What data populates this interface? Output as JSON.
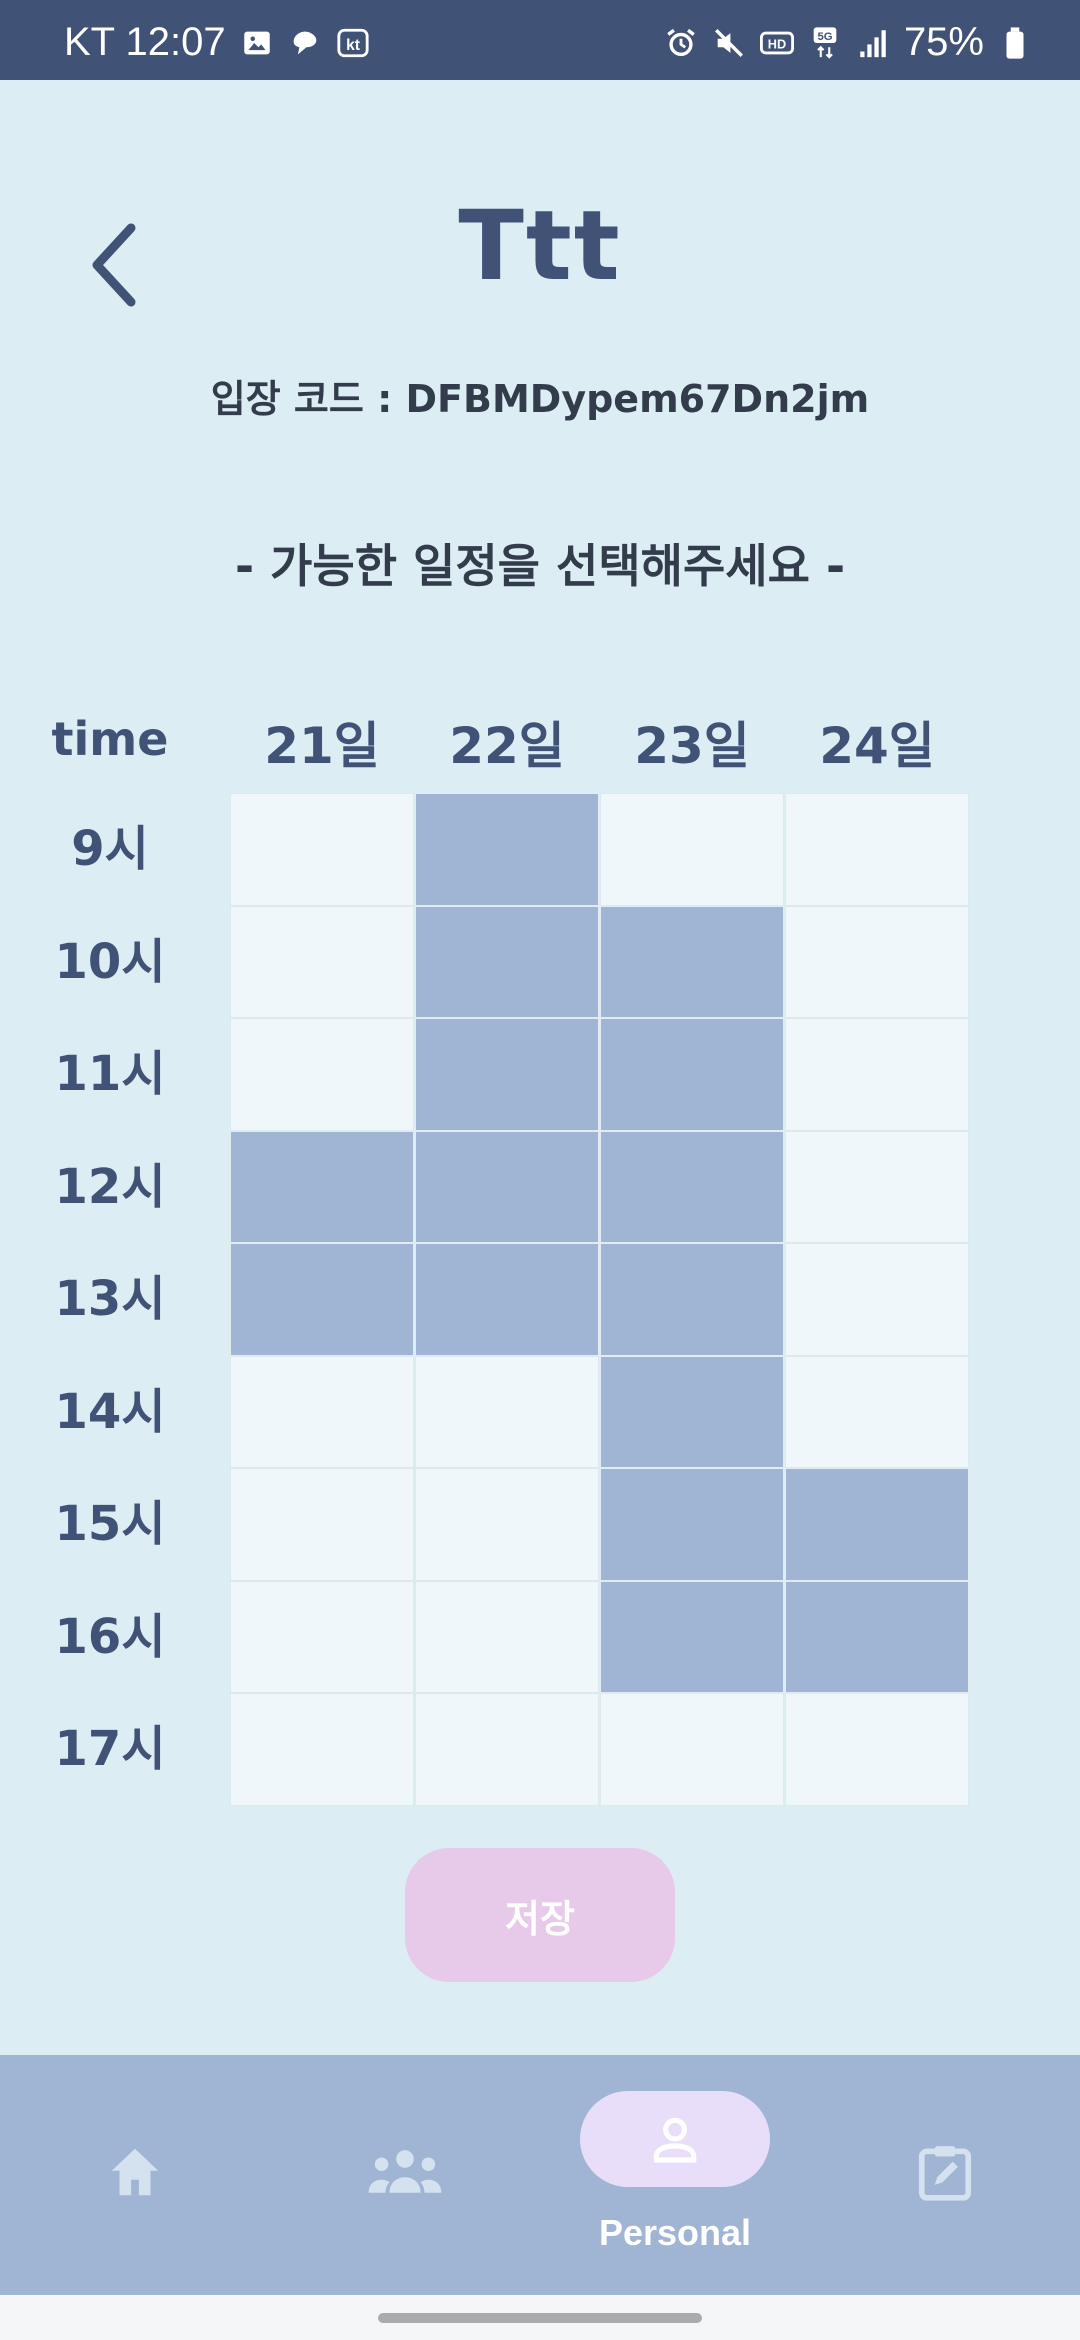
{
  "status_bar": {
    "carrier_time": "KT 12:07",
    "battery": "75%",
    "left_icons": [
      "gallery-icon",
      "chat-bubble-icon",
      "kt-app-icon"
    ],
    "right_icons": [
      "alarm-icon",
      "mute-icon",
      "hd-icon",
      "5g-icon",
      "signal-icon",
      "battery-icon"
    ]
  },
  "header": {
    "title": "Ttt",
    "entry_code": "입장 코드 : DFBMDypem67Dn2jm",
    "back_icon": "chevron-left-icon"
  },
  "instruction": "- 가능한 일정을 선택해주세요 -",
  "schedule": {
    "time_header": "time",
    "days": [
      "21일",
      "22일",
      "23일",
      "24일"
    ],
    "hours": [
      "9시",
      "10시",
      "11시",
      "12시",
      "13시",
      "14시",
      "15시",
      "16시",
      "17시"
    ],
    "selected": [
      [
        false,
        true,
        false,
        false
      ],
      [
        false,
        true,
        true,
        false
      ],
      [
        false,
        true,
        true,
        false
      ],
      [
        true,
        true,
        true,
        false
      ],
      [
        true,
        true,
        true,
        false
      ],
      [
        false,
        false,
        true,
        false
      ],
      [
        false,
        false,
        true,
        true
      ],
      [
        false,
        false,
        true,
        true
      ],
      [
        false,
        false,
        false,
        false
      ]
    ]
  },
  "save_label": "저장",
  "bottom_nav": {
    "items": [
      {
        "id": "home",
        "icon": "home-icon"
      },
      {
        "id": "group",
        "icon": "group-icon"
      },
      {
        "id": "personal",
        "icon": "person-icon",
        "label": "Personal",
        "active": true
      },
      {
        "id": "edit",
        "icon": "edit-note-icon"
      }
    ]
  },
  "colors": {
    "background": "#ddedf4",
    "status_bar": "#405276",
    "primary_text": "#405276",
    "selected_cell": "#9fb5d3",
    "empty_cell": "#eff7fa",
    "save_button": "#e7c9ea",
    "nav_background": "#9fb5d3",
    "nav_active_pill": "#e9defa"
  }
}
